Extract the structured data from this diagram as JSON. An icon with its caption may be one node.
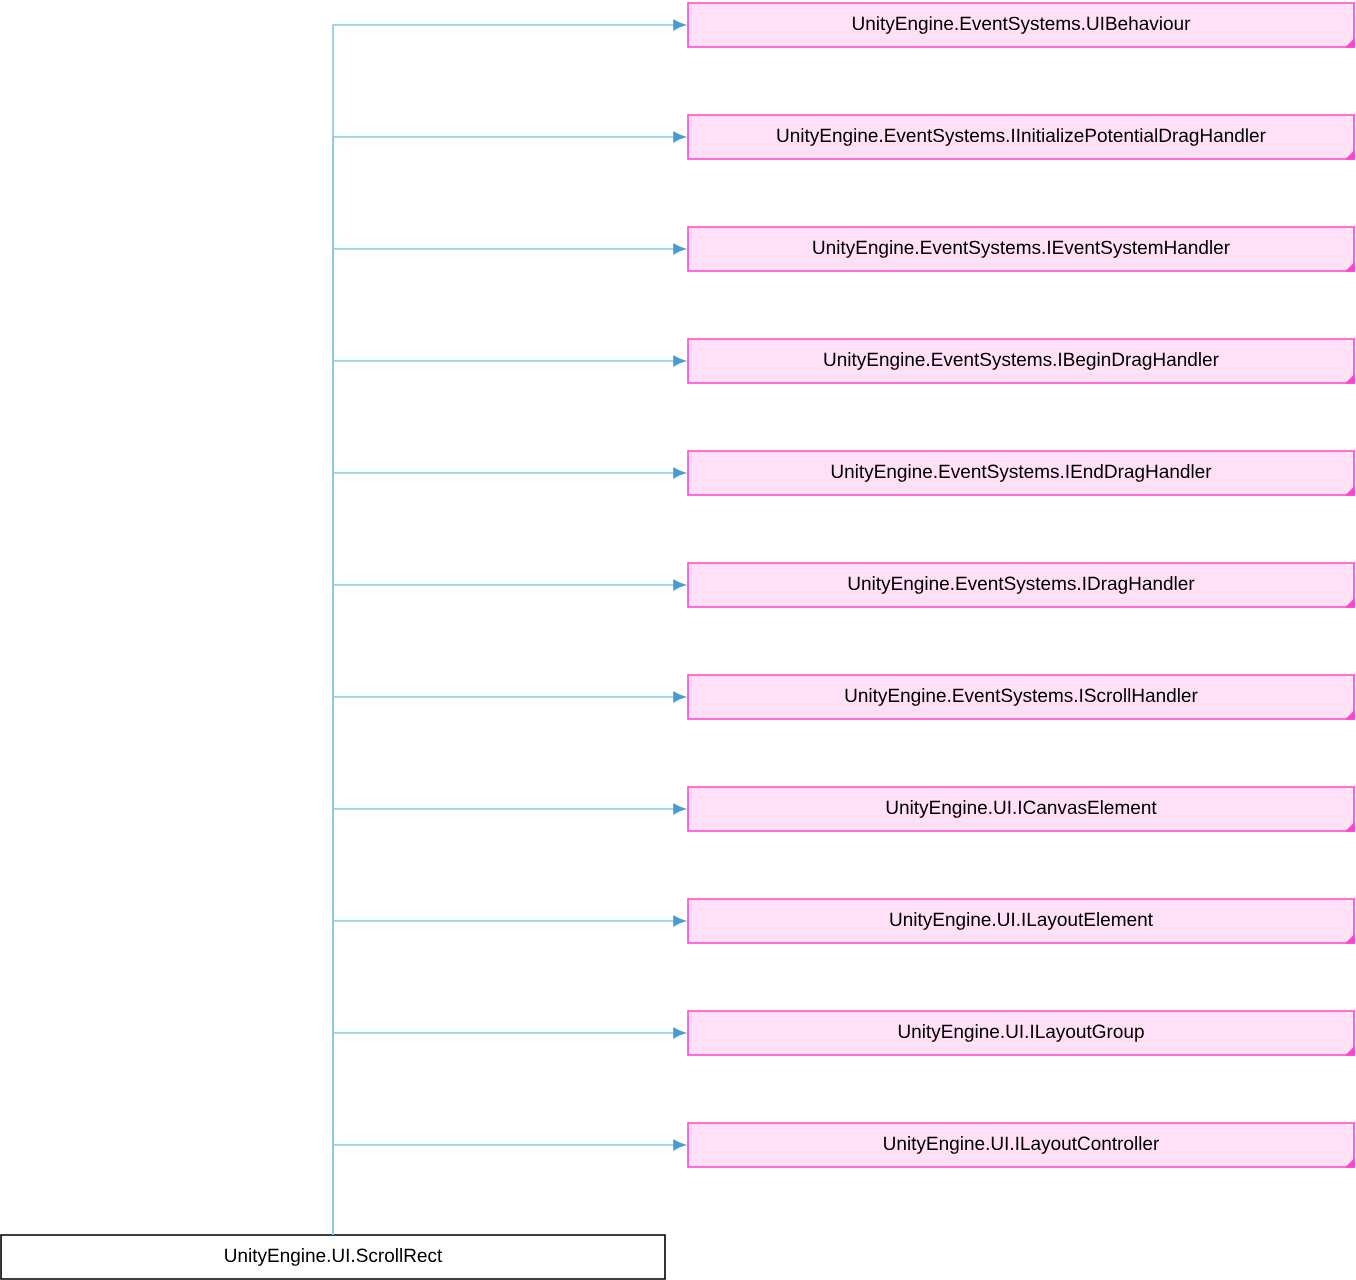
{
  "diagram": {
    "nodes": [
      {
        "text": [
          "UnityEngine.UI.ScrollRect"
        ]
      },
      {
        "text": [
          "UnityEngine.EventSystems.UIBehaviour"
        ]
      },
      {
        "text": [
          "UnityEngine.EventSystems.IInitializePotentialDragHandler"
        ]
      },
      {
        "text": [
          "UnityEngine.EventSystems.IEventSystemHandler"
        ]
      },
      {
        "text": [
          "UnityEngine.EventSystems.IBeginDragHandler"
        ]
      },
      {
        "text": [
          "UnityEngine.EventSystems.IEndDragHandler"
        ]
      },
      {
        "text": [
          "UnityEngine.EventSystems.IDragHandler"
        ]
      },
      {
        "text": [
          "UnityEngine.EventSystems.IScrollHandler"
        ]
      },
      {
        "text": [
          "UnityEngine.UI.ICanvasElement"
        ]
      },
      {
        "text": [
          "UnityEngine.UI.ILayoutElement"
        ]
      },
      {
        "text": [
          "UnityEngine.UI.ILayoutGroup"
        ]
      },
      {
        "text": [
          "UnityEngine.UI.ILayoutController"
        ]
      }
    ],
    "edges": [
      {
        "from": 0,
        "to": 1,
        "arrow": "to"
      },
      {
        "from": 0,
        "to": 2,
        "arrow": "to"
      },
      {
        "from": 0,
        "to": 3,
        "arrow": "to"
      },
      {
        "from": 0,
        "to": 4,
        "arrow": "to"
      },
      {
        "from": 0,
        "to": 5,
        "arrow": "to"
      },
      {
        "from": 0,
        "to": 6,
        "arrow": "to"
      },
      {
        "from": 0,
        "to": 7,
        "arrow": "to"
      },
      {
        "from": 0,
        "to": 8,
        "arrow": "to"
      },
      {
        "from": 0,
        "to": 9,
        "arrow": "to"
      },
      {
        "from": 0,
        "to": 10,
        "arrow": "to"
      },
      {
        "from": 0,
        "to": 11,
        "arrow": "to"
      }
    ]
  }
}
